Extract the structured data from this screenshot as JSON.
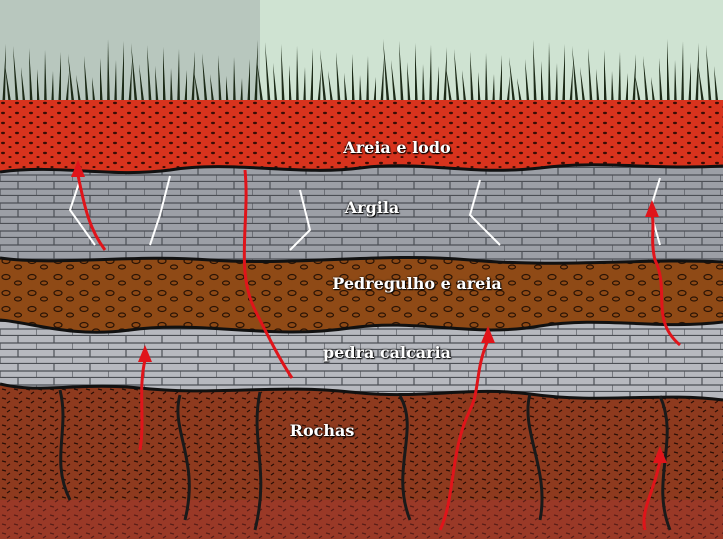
{
  "layers": [
    {
      "id": "sand-silt",
      "label": "Areia e lodo"
    },
    {
      "id": "clay",
      "label": "Argila"
    },
    {
      "id": "gravel",
      "label": "Pedregulho e areia"
    },
    {
      "id": "limestone",
      "label": "pedra calcaria"
    },
    {
      "id": "rock",
      "label": "Rochas"
    }
  ],
  "colors": {
    "sky": "#cfe3d2",
    "grass": "#1d2b18",
    "sand_silt": "#d8331d",
    "clay": "#9c9fa6",
    "gravel": "#8f4a16",
    "limestone": "#b7b9bf",
    "rock": "#8e3a1e",
    "arrows": "#e0141a",
    "cracks": "#1a1a1a"
  }
}
